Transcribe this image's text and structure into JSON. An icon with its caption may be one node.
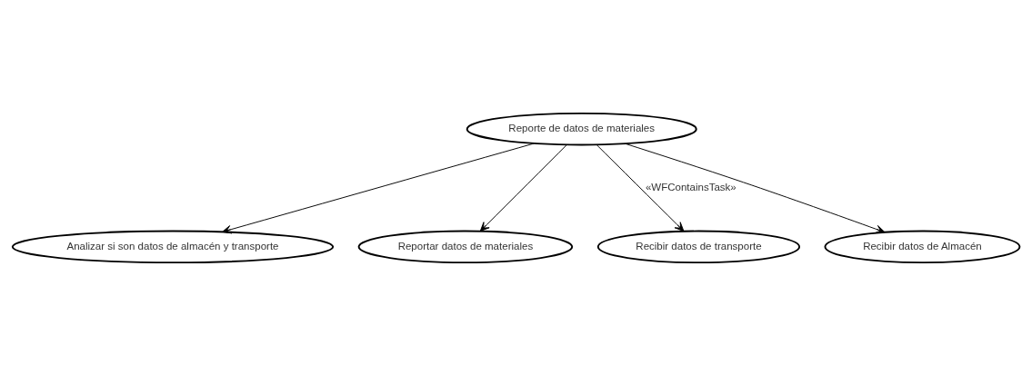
{
  "diagram": {
    "nodes": [
      {
        "text": [
          "Reporte de datos de materiales"
        ]
      },
      {
        "text": [
          "Analizar si son datos de almacén y transporte"
        ]
      },
      {
        "text": [
          "Reportar datos de materiales"
        ]
      },
      {
        "text": [
          "Recibir datos de transporte"
        ]
      },
      {
        "text": [
          "Recibir datos de Almacén"
        ]
      }
    ],
    "edges": [
      {
        "from": 0,
        "to": 1,
        "arrow": "to"
      },
      {
        "from": 0,
        "to": 3,
        "arrow": "to",
        "label": "«WFContainsTask»"
      },
      {
        "from": 0,
        "to": 4,
        "arrow": "to"
      },
      {
        "from": 0,
        "to": 2,
        "arrow": "to"
      }
    ]
  }
}
